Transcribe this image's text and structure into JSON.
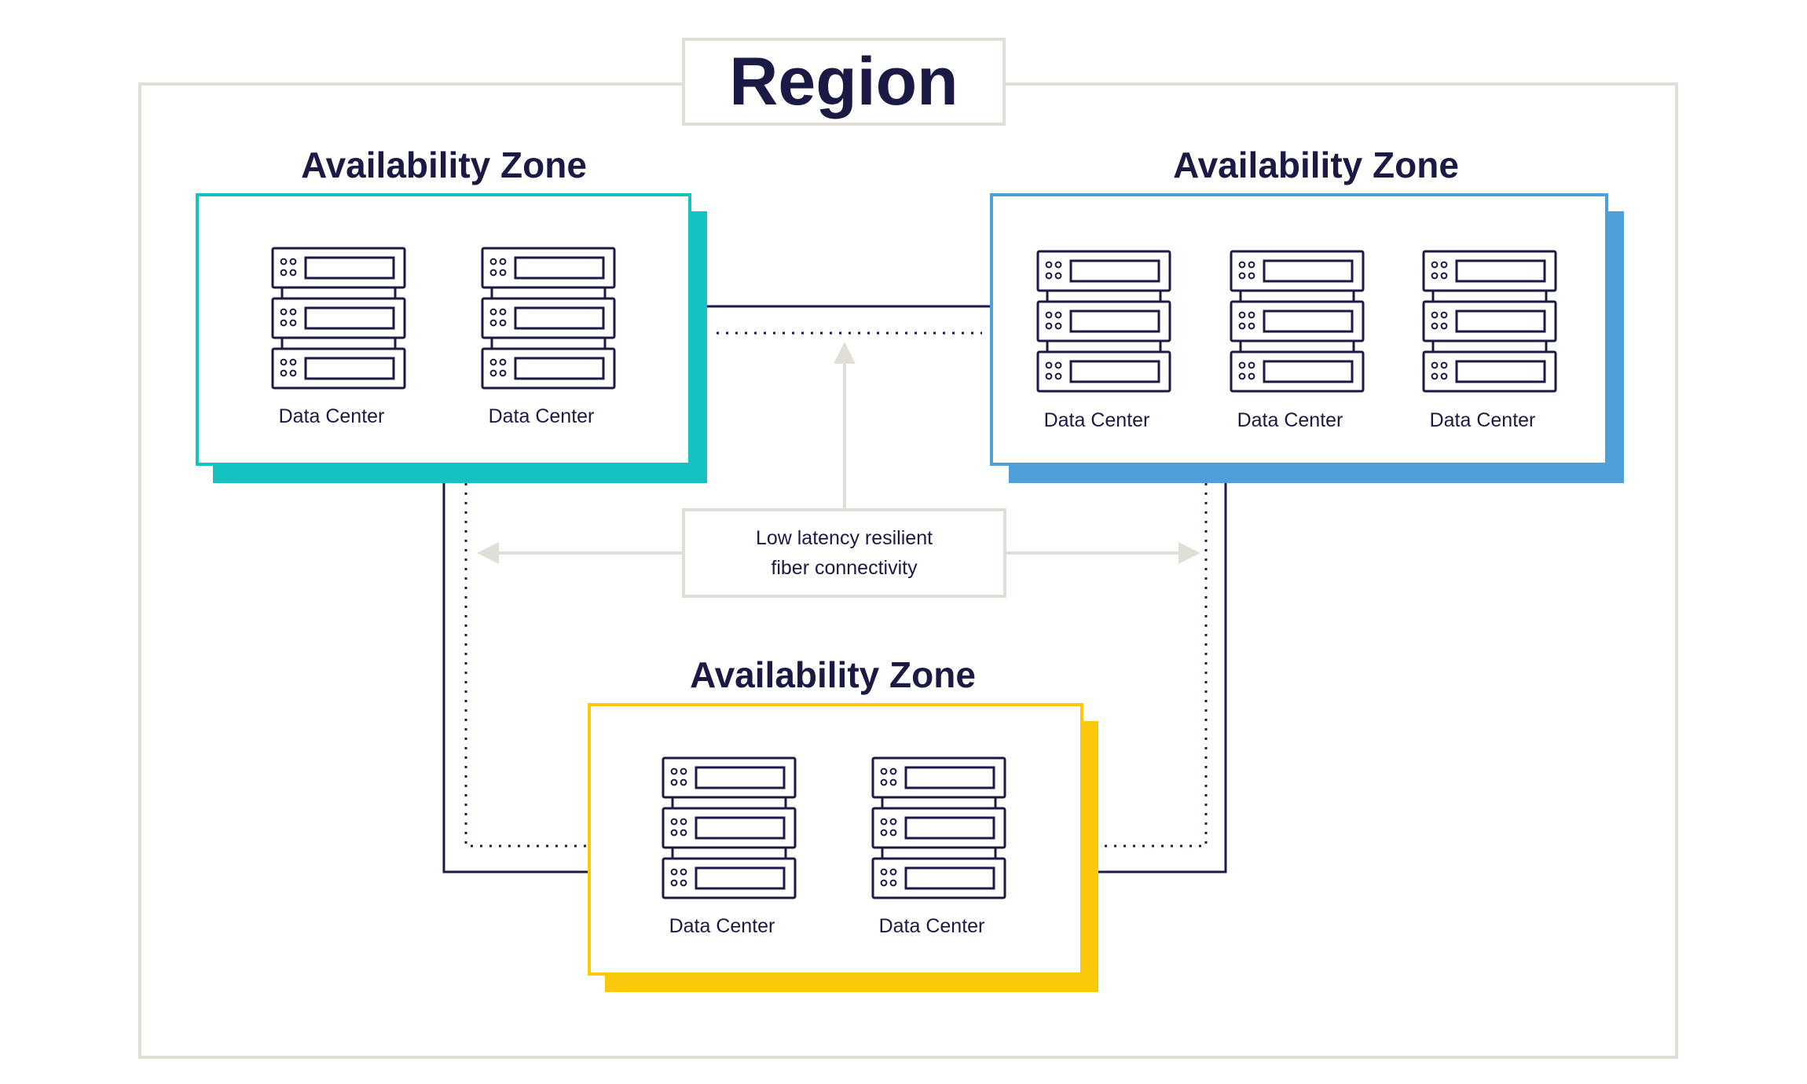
{
  "region": {
    "title": "Region"
  },
  "note": {
    "line1": "Low latency resilient",
    "line2": "fiber connectivity"
  },
  "zones": [
    {
      "title": "Availability Zone",
      "accent": "#12c3c1",
      "data_centers": [
        "Data Center",
        "Data Center"
      ]
    },
    {
      "title": "Availability Zone",
      "accent": "#4f9fd8",
      "data_centers": [
        "Data Center",
        "Data Center",
        "Data Center"
      ]
    },
    {
      "title": "Availability Zone",
      "accent": "#fbc80a",
      "data_centers": [
        "Data Center",
        "Data Center"
      ]
    }
  ],
  "colors": {
    "ink": "#1b1a45",
    "frame": "#e0ded6"
  },
  "icons": {
    "data_center": "server-rack-icon"
  }
}
